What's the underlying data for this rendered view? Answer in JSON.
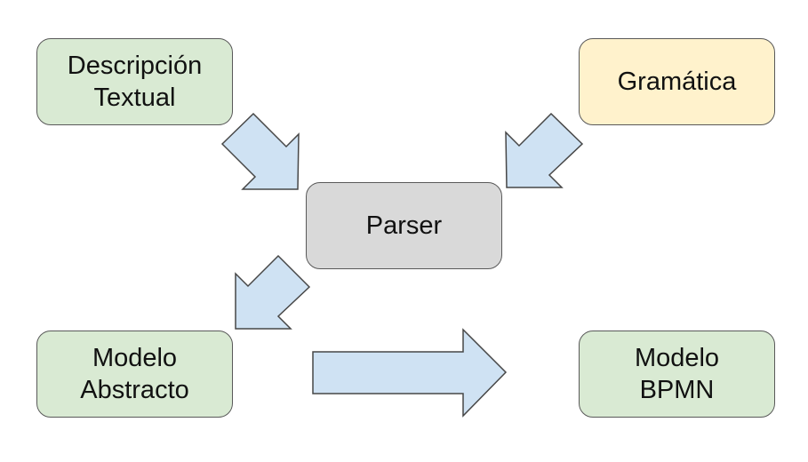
{
  "nodes": {
    "descripcion_textual": {
      "lines": [
        "Descripción",
        "Textual"
      ],
      "fill": "#d9ead3"
    },
    "gramatica": {
      "lines": [
        "Gramática"
      ],
      "fill": "#fff2cc"
    },
    "parser": {
      "lines": [
        "Parser"
      ],
      "fill": "#d9d9d9"
    },
    "modelo_abstracto": {
      "lines": [
        "Modelo",
        "Abstracto"
      ],
      "fill": "#d9ead3"
    },
    "modelo_bpmn": {
      "lines": [
        "Modelo",
        "BPMN"
      ],
      "fill": "#d9ead3"
    }
  },
  "colors": {
    "arrow_fill": "#cfe2f3",
    "border": "#595959"
  }
}
